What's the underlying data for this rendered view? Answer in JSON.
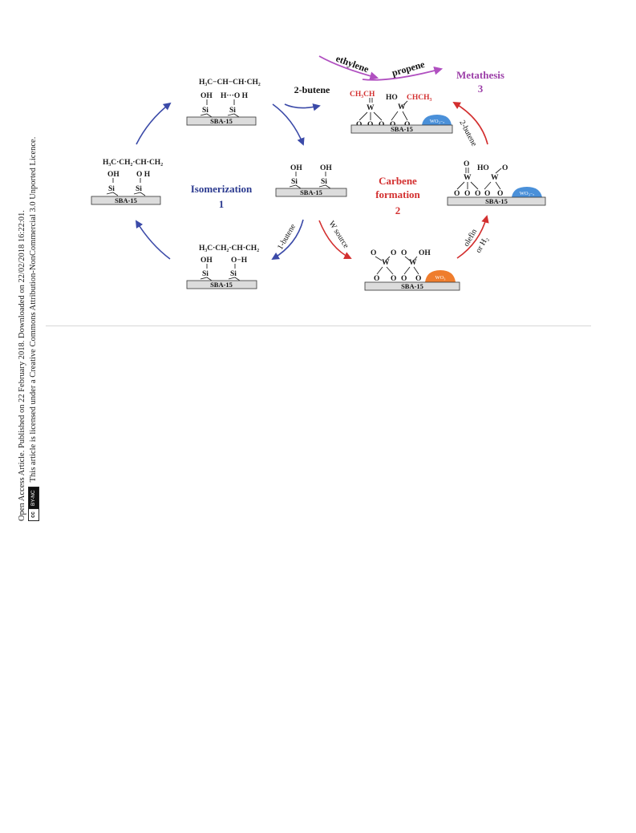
{
  "sidebar": {
    "line1": "Open Access Article. Published on 22 February 2018. Downloaded on 22/02/2018 16:22:01.",
    "line2": "This article is licensed under a Creative Commons Attribution-NonCommercial 3.0 Unported Licence.",
    "badge_cc": "cc",
    "badge_text": "BY-NC"
  },
  "figure": {
    "support": "SBA-15",
    "labels": {
      "isomerization": "Isomerization",
      "isomerization_num": "1",
      "carbene": "Carbene",
      "carbene2": "formation",
      "carbene_num": "2",
      "metathesis": "Metathesis",
      "metathesis_num": "3"
    },
    "flows": {
      "two_butene": "2-butene",
      "ethylene": "ethylene",
      "propene": "propene",
      "one_butene": "1-butene",
      "w_source": "W source",
      "olefin": "olefin",
      "or_h2": "or H₂",
      "two_butene_back": "2-butene"
    },
    "chem": {
      "top_chain": "H₃C−CH−CH·CH₂",
      "top_oh": "OH",
      "top_ho": "H···O  H",
      "left_chain": "H₃C·CH₂·CH·CH₂",
      "left_oh": "OH",
      "left_oh2": "O  H",
      "bottom_chain": "H₃C·CH₂·CH·CH₂",
      "bottom_oh": "OH",
      "bottom_oh2": "O−H",
      "center_oh1": "OH",
      "center_oh2": "OH",
      "si": "Si",
      "meta_ch3ch": "CH₃CH",
      "meta_chch3": "CHCH₃",
      "meta_ho": "HO",
      "w": "W",
      "o": "O",
      "oh": "OH",
      "ho": "HO",
      "wox": "WOₓ",
      "wo3_x": "WO₃₋ₓ",
      "wo3": "WO₃"
    },
    "colors": {
      "blue_arrow": "#3b4aa8",
      "red_arrow": "#d32f2f",
      "purple_arrow": "#b04fc0",
      "wo_blue": "#4a90d9",
      "wo_orange": "#ef7d2d"
    }
  }
}
